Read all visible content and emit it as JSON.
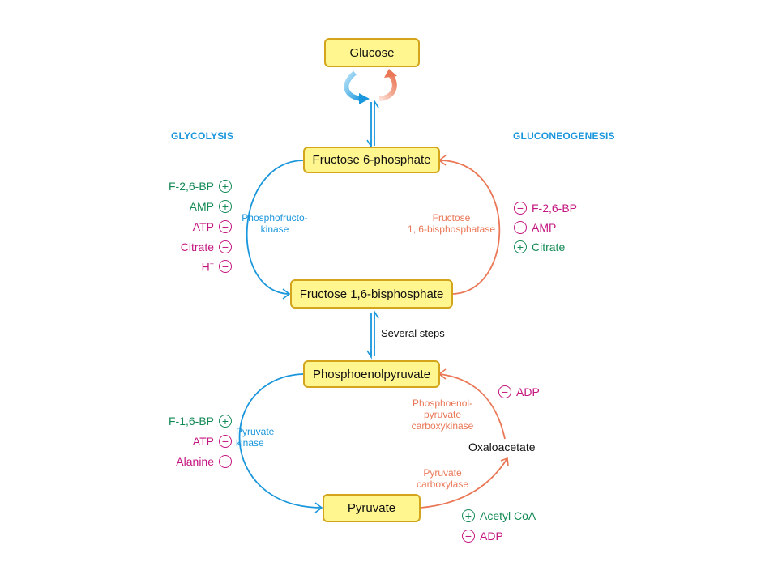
{
  "colors": {
    "glycolysis": "#1a96dc",
    "gluconeogenesis": "#ea7756",
    "activator": "#138a55",
    "inhibitor": "#c41680",
    "box_fill": "#fff68f",
    "box_border": "#d4a51c"
  },
  "nodes": {
    "glucose": "Glucose",
    "f6p": "Fructose 6-phosphate",
    "f16bp": "Fructose 1,6-bisphosphate",
    "pep": "Phosphoenolpyruvate",
    "pyruvate": "Pyruvate",
    "oxaloacetate": "Oxaloacetate"
  },
  "sections": {
    "glycolysis": "GLYCOLYSIS",
    "gluconeogenesis": "GLUCONEOGENESIS"
  },
  "enzymes": {
    "pfk": [
      "Phosphofructo-",
      "kinase"
    ],
    "fbpase": [
      "Fructose",
      "1, 6-bisphosphatase"
    ],
    "pk": [
      "Pyruvate",
      "kinase"
    ],
    "pepck": [
      "Phosphoenol-",
      "pyruvate",
      "carboxykinase"
    ],
    "pc": [
      "Pyruvate",
      "carboxylase"
    ]
  },
  "several_steps": "Several steps",
  "regulators": {
    "pfk": [
      {
        "label": "F-2,6-BP",
        "sign": "+",
        "effect": "activator"
      },
      {
        "label": "AMP",
        "sign": "+",
        "effect": "activator"
      },
      {
        "label": "ATP",
        "sign": "−",
        "effect": "inhibitor"
      },
      {
        "label": "Citrate",
        "sign": "−",
        "effect": "inhibitor"
      },
      {
        "label": "H",
        "sup": "+",
        "sign": "−",
        "effect": "inhibitor"
      }
    ],
    "fbpase": [
      {
        "label": "F-2,6-BP",
        "sign": "−",
        "effect": "inhibitor"
      },
      {
        "label": "AMP",
        "sign": "−",
        "effect": "inhibitor"
      },
      {
        "label": "Citrate",
        "sign": "+",
        "effect": "activator"
      }
    ],
    "pk": [
      {
        "label": "F-1,6-BP",
        "sign": "+",
        "effect": "activator"
      },
      {
        "label": "ATP",
        "sign": "−",
        "effect": "inhibitor"
      },
      {
        "label": "Alanine",
        "sign": "−",
        "effect": "inhibitor"
      }
    ],
    "pepck": [
      {
        "label": "ADP",
        "sign": "−",
        "effect": "inhibitor"
      }
    ],
    "pc": [
      {
        "label": "Acetyl CoA",
        "sign": "+",
        "effect": "activator"
      },
      {
        "label": "ADP",
        "sign": "−",
        "effect": "inhibitor"
      }
    ]
  }
}
